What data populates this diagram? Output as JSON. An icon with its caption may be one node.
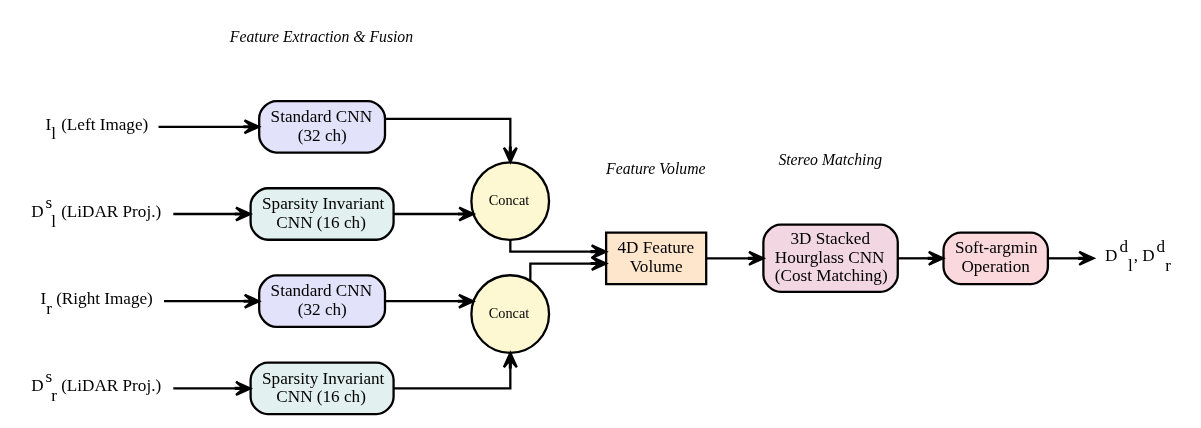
{
  "diagram": {
    "nodes": [
      {
        "text": [
          "I$_{l}$ (Left Image)"
        ]
      },
      {
        "text": [
          "Standard CNN (32 ch)"
        ]
      },
      {
        "text": [
          "D$^{s}$$_{l}$ (LiDAR Proj.)"
        ]
      },
      {
        "text": [
          "Sparsity Invariant CNN (16 ch)"
        ]
      },
      {
        "text": [
          "Concat"
        ]
      },
      {
        "text": [
          "I$_{r}$ (Right Image)"
        ]
      },
      {
        "text": [
          "Standard CNN (32 ch)"
        ]
      },
      {
        "text": [
          "D$^{s}$$_{r}$ (LiDAR Proj.)"
        ]
      },
      {
        "text": [
          "Sparsity Invariant CNN (16 ch)"
        ]
      },
      {
        "text": [
          "Concat"
        ]
      },
      {
        "text": [
          "4D Feature Volume"
        ]
      },
      {
        "text": [
          "3D Stacked Hourglass CNN (Cost Matching)"
        ]
      },
      {
        "text": [
          "Soft-argmin Operation"
        ]
      },
      {
        "text": [
          "D$^{d}$$_{l}$, D$^{d}$$_{r}$"
        ]
      }
    ],
    "edges": [
      {
        "from": 0,
        "to": 1,
        "arrow": "to"
      },
      {
        "from": 2,
        "to": 3,
        "arrow": "to"
      },
      {
        "from": 1,
        "to": 4,
        "arrow": "to"
      },
      {
        "from": 3,
        "to": 4,
        "arrow": "to"
      },
      {
        "from": 5,
        "to": 6,
        "arrow": "to"
      },
      {
        "from": 7,
        "to": 8,
        "arrow": "to"
      },
      {
        "from": 6,
        "to": 9,
        "arrow": "to"
      },
      {
        "from": 8,
        "to": 9,
        "arrow": "to"
      },
      {
        "from": 4,
        "to": 10,
        "arrow": "to"
      },
      {
        "from": 9,
        "to": 10,
        "arrow": "to"
      },
      {
        "from": 10,
        "to": 11,
        "arrow": "to"
      },
      {
        "from": 11,
        "to": 12,
        "arrow": "to"
      },
      {
        "from": 12,
        "to": 13,
        "arrow": "to"
      }
    ],
    "labels": [
      "Feature Extraction & Fusion",
      "Feature Volume",
      "Stereo Matching"
    ]
  }
}
